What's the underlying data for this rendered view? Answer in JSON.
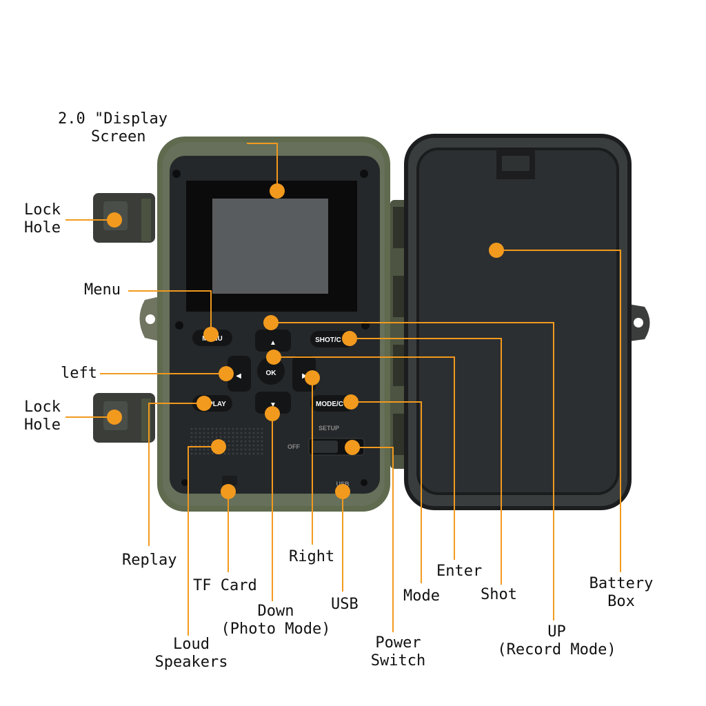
{
  "labels": {
    "display": [
      "2.0 \"Display",
      "Screen"
    ],
    "lock_hole_top": [
      "Lock",
      "Hole"
    ],
    "menu": "Menu",
    "left": "left",
    "lock_hole_bottom": [
      "Lock",
      "Hole"
    ],
    "replay": "Replay",
    "tf_card": "TF Card",
    "down": [
      "Down",
      "(Photo Mode)"
    ],
    "right": "Right",
    "usb": "USB",
    "loud_speakers": [
      "Loud",
      "Speakers"
    ],
    "power_switch": [
      "Power",
      "Switch"
    ],
    "mode": "Mode",
    "enter": "Enter",
    "shot": "Shot",
    "up": [
      "UP",
      "(Record Mode)"
    ],
    "battery_box": [
      "Battery",
      "Box"
    ]
  },
  "device": {
    "menu_button": "MENU",
    "shot_button": "SHOT/C",
    "ok_button": "OK",
    "replay_button": "REPLAY",
    "mode_button": "MODE/C",
    "setup_label": "SETUP",
    "off_label": "OFF",
    "usb_label": "USB"
  },
  "colors": {
    "callout": "#f29a1e",
    "housing": "#5f6a4e",
    "panel": "#25282a",
    "screen": "#595c5e",
    "battery_cover": "#2c2f31"
  }
}
